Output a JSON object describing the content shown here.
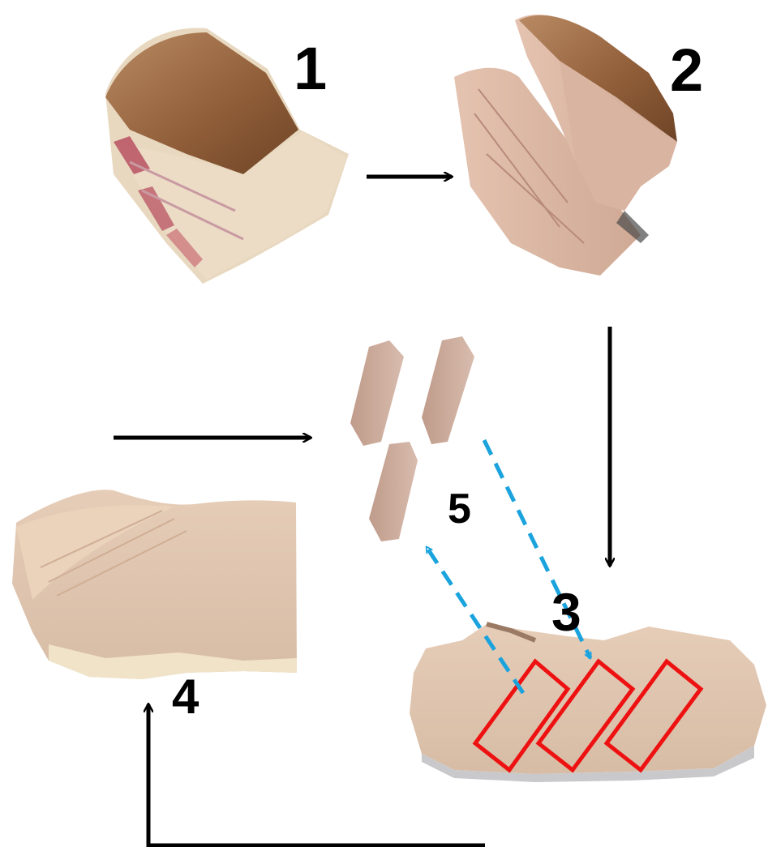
{
  "steps": {
    "step1": "1",
    "step2": "2",
    "step3": "3",
    "step4": "4",
    "step5": "5"
  },
  "colors": {
    "arrow": "#000000",
    "sample_outline": "#ee1111",
    "dashed_arrow": "#1aa3dd",
    "meat_crust": "#9a6b45",
    "meat_flesh": "#d9b7a3",
    "cooked_meat": "#e2c6b0",
    "strip": "#c9a696"
  },
  "illustrations": [
    "raw-meat-block",
    "halved-meat-block",
    "cooked-slice-with-sample-outlines",
    "cooked-meat-cross-section",
    "cut-meat-strips"
  ],
  "sample_outline_count": 3,
  "strip_count": 3
}
